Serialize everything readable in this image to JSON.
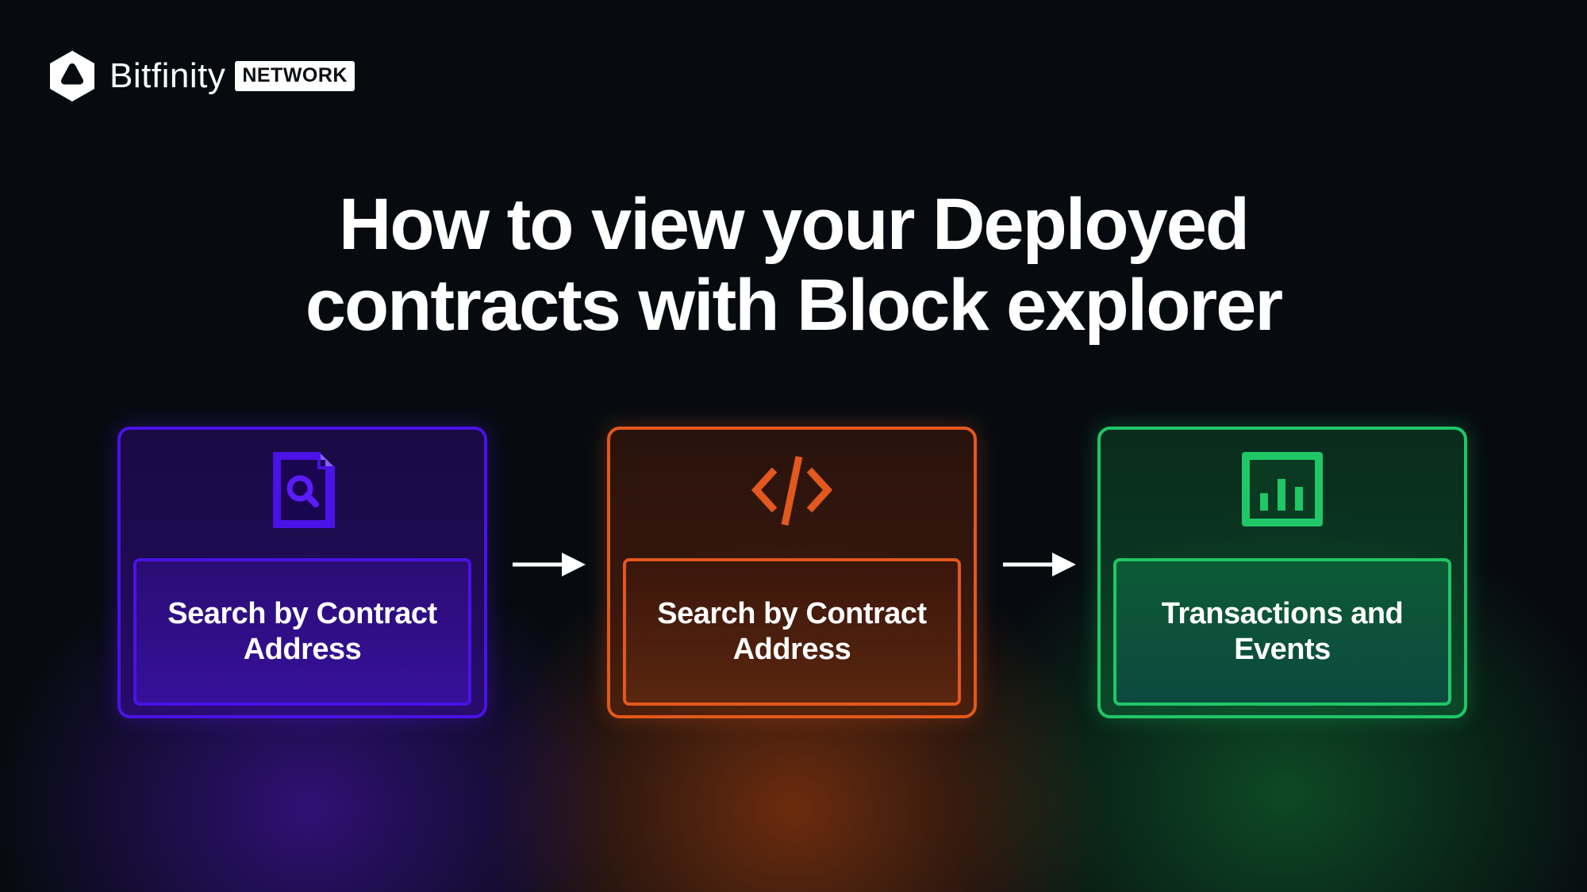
{
  "brand": {
    "name": "Bitfinity",
    "badge": "NETWORK",
    "logo_icon": "bitfinity-hexagon-logo"
  },
  "title": {
    "line1": "How to view your Deployed",
    "line2": "contracts with Block explorer"
  },
  "steps": [
    {
      "label": "Search by Contract Address",
      "icon": "document-search-icon",
      "color": "#4a12e6"
    },
    {
      "label": "Search by Contract Address",
      "icon": "code-icon",
      "color": "#e2581d"
    },
    {
      "label": "Transactions and Events",
      "icon": "bar-chart-icon",
      "color": "#1fc766"
    }
  ],
  "arrows": [
    {
      "from": 1,
      "to": 2,
      "icon": "arrow-right-icon"
    },
    {
      "from": 2,
      "to": 3,
      "icon": "arrow-right-icon"
    }
  ],
  "colors": {
    "background": "#070b10",
    "text": "#ffffff"
  }
}
